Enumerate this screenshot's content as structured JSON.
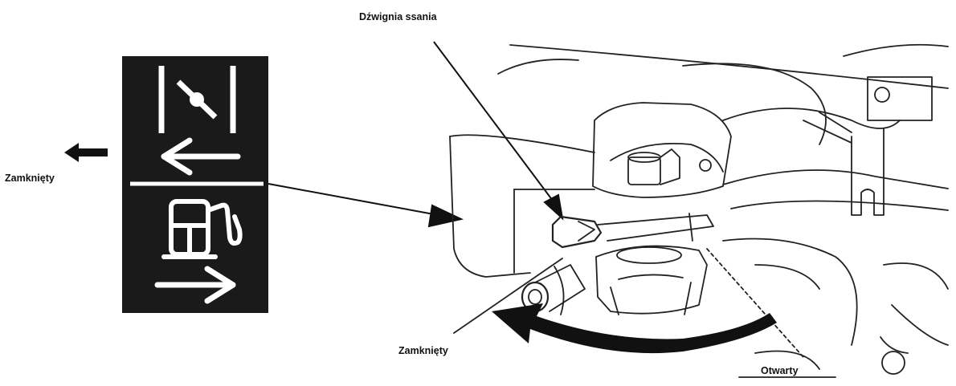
{
  "labels": {
    "choke_lever": "Dźwignia ssania",
    "closed_left": "Zamknięty",
    "closed_bottom": "Zamknięty",
    "open": "Otwarty"
  },
  "icons": {
    "choke_symbol": "choke-valve-icon",
    "fuel_symbol": "fuel-pump-icon",
    "arrow_closed": "arrow-left-icon",
    "arrow_open": "arrow-right-icon"
  },
  "colors": {
    "ink": "#111111",
    "panel": "#1a1a1a",
    "panel_glyph": "#ffffff",
    "line": "#222222"
  }
}
